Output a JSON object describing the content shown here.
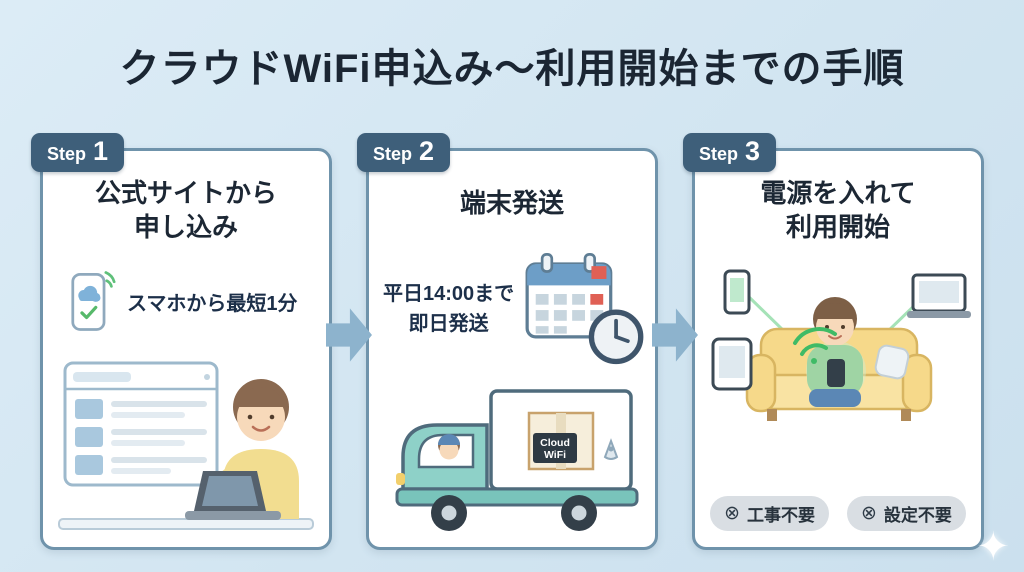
{
  "page": {
    "title": "クラウドWiFi申込み〜利用開始までの手順"
  },
  "colors": {
    "background": "#d4e6f1",
    "card_border": "#6f93ab",
    "step_badge": "#3e5f7a",
    "arrow": "#8db3cd",
    "wifi_green": "#3fbb66",
    "sofa_yellow": "#f6d98a",
    "truck_teal": "#8ed1c8",
    "alert_red": "#e06055"
  },
  "steps": [
    {
      "badge_label": "Step",
      "badge_number": "1",
      "title_line1": "公式サイトから",
      "title_line2": "申し込み",
      "callout": "スマホから最短1分"
    },
    {
      "badge_label": "Step",
      "badge_number": "2",
      "title": "端末発送",
      "note_line1": "平日14:00まで",
      "note_line2": "即日発送",
      "box_label_line1": "Cloud",
      "box_label_line2": "WiFi"
    },
    {
      "badge_label": "Step",
      "badge_number": "3",
      "title_line1": "電源を入れて",
      "title_line2": "利用開始",
      "tags": [
        "工事不要",
        "設定不要"
      ]
    }
  ]
}
